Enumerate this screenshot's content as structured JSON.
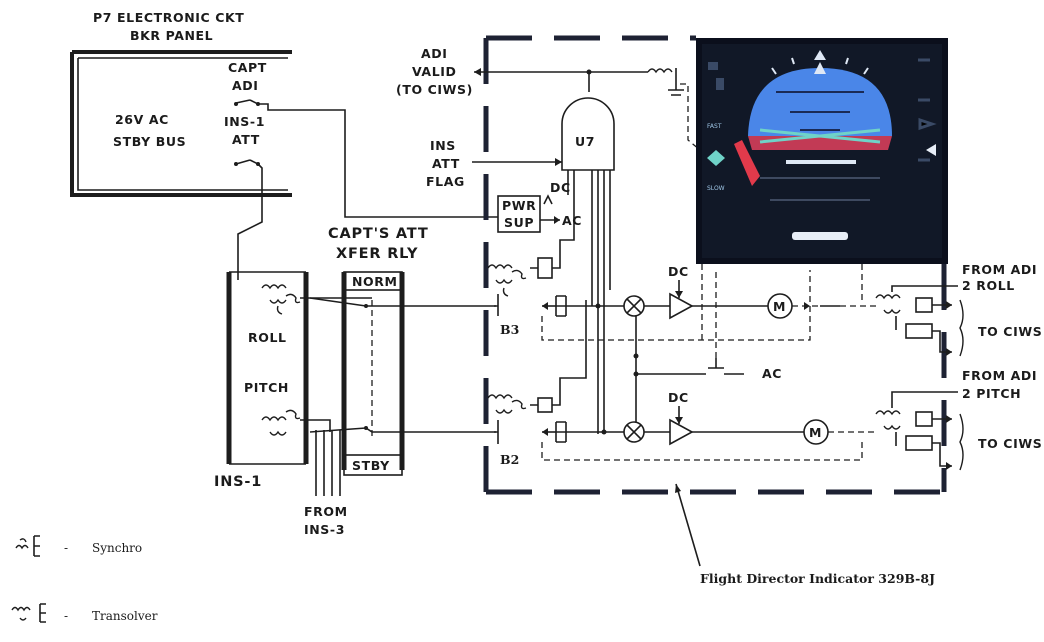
{
  "labels": {
    "panel_title_1": "P7 ELECTRONIC CKT",
    "panel_title_2": "BKR PANEL",
    "bus_1": "26V AC",
    "bus_2": "STBY BUS",
    "capt_adi_1": "CAPT",
    "capt_adi_2": "ADI",
    "ins1_att_1": "INS-1",
    "ins1_att_2": "ATT",
    "adi_valid_1": "ADI",
    "adi_valid_2": "VALID",
    "adi_valid_3": "(TO CIWS)",
    "ins_att_flag_1": "INS",
    "ins_att_flag_2": "ATT",
    "ins_att_flag_3": "FLAG",
    "u7": "U7",
    "dc_gate": "DC",
    "pwr_sup_1": "PWR",
    "pwr_sup_2": "SUP",
    "ac_pwr": "AC",
    "relay_title_1": "CAPT'S ATT",
    "relay_title_2": "XFER RLY",
    "norm": "NORM",
    "stby": "STBY",
    "roll": "ROLL",
    "pitch": "PITCH",
    "ins1_box": "INS-1",
    "from_ins3_1": "FROM",
    "from_ins3_2": "INS-3",
    "b3": "B3",
    "b2": "B2",
    "dc_amp_roll": "DC",
    "dc_amp_pitch": "DC",
    "motor_roll": "M",
    "motor_pitch": "M",
    "ac_mid": "AC",
    "from_adi2_roll_1": "FROM ADI",
    "from_adi2_roll_2": "2 ROLL",
    "to_ciws_roll": "TO CIWS",
    "from_adi2_pitch_1": "FROM ADI",
    "from_adi2_pitch_2": "2 PITCH",
    "to_ciws_pitch": "TO CIWS",
    "fdi_caption": "Flight Director Indicator 329B-8J"
  },
  "legend": [
    {
      "symbol": "synchro-symbol",
      "separator": "-",
      "text": "Synchro"
    },
    {
      "symbol": "transolver-symbol",
      "separator": "-",
      "text": "Transolver"
    }
  ],
  "display": {
    "left_scale_top": "FAST",
    "left_scale_bottom": "SLOW"
  },
  "colors": {
    "sky": "#4a86e8",
    "ground": "#c23a55",
    "bezel": "#0b0f1c",
    "cyan_symbol": "#6fd3c8",
    "red_marker": "#e23a4b",
    "line": "#1d1d1d"
  }
}
